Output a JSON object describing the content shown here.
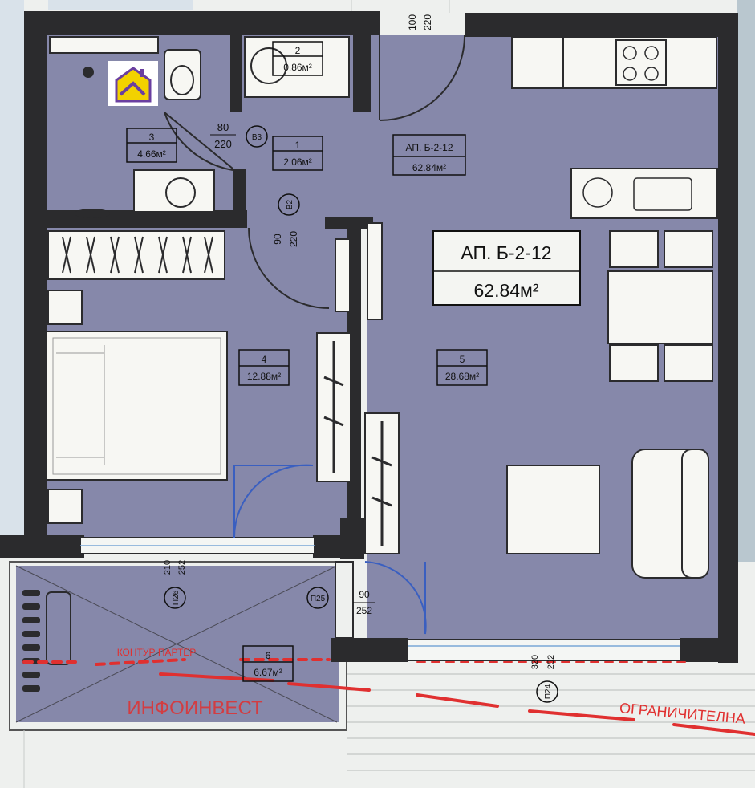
{
  "apartment": {
    "title": "АП. Б-2-12",
    "area": "62.84м²"
  },
  "entry_tag": {
    "title": "АП. Б-2-12",
    "area": "62.84м²"
  },
  "rooms": [
    {
      "number": "1",
      "area": "2.06м²"
    },
    {
      "number": "2",
      "area": "0.86м²"
    },
    {
      "number": "3",
      "area": "4.66м²"
    },
    {
      "number": "4",
      "area": "12.88м²"
    },
    {
      "number": "5",
      "area": "28.68м²"
    },
    {
      "number": "6",
      "area": "6.67м²"
    }
  ],
  "door_tags": {
    "b3": "В3",
    "b2": "В2",
    "p126": "П26",
    "p125": "П25",
    "p124": "П24"
  },
  "dimensions": {
    "bath_door_w": "80",
    "bath_door_h": "220",
    "hall_door_w": "90",
    "hall_door_h": "220",
    "entry_door_w": "100",
    "entry_door_h": "220",
    "bed_win_w": "210",
    "bed_win_h": "252",
    "living_door_w": "90",
    "living_door_h": "252",
    "living_win_w": "320",
    "living_win_h": "252"
  },
  "annotations": {
    "ground_contour": "КОНТУР ПАРТЕР",
    "watermark": "ИНФОИНВЕСТ",
    "limit_line": "ОГРАНИЧИТЕЛНА"
  },
  "colors": {
    "floor": "#8688aa",
    "wall": "#2b2b2d",
    "paper": "#eef0ee",
    "furniture": "#f7f7f3",
    "accent_red": "#e03030",
    "door_blue": "#3a5fc0",
    "logo_yellow": "#f2d200",
    "logo_purple": "#6a3fa0"
  },
  "logo": {
    "icon": "house-logo-icon"
  }
}
